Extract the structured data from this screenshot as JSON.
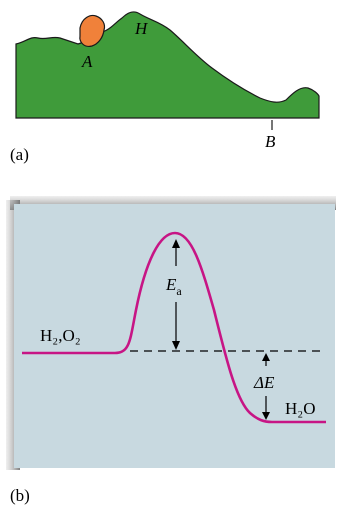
{
  "panel_a": {
    "label_A": "A",
    "label_H": "H",
    "label_B": "B",
    "caption": "(a)",
    "colors": {
      "hill_fill": "#3f9b3a",
      "boulder_fill": "#f0813a",
      "outline": "#1a1a1a"
    }
  },
  "panel_b": {
    "reactant_label": "H₂,O₂",
    "activation_energy_label": {
      "main": "E",
      "sub": "a"
    },
    "delta_e_label": "ΔE",
    "product_label": "H₂O",
    "caption": "(b)",
    "colors": {
      "background": "#c8d9e0",
      "curve": "#c71585",
      "shadow": "#8a8a8a",
      "dashed_line": "#000000"
    }
  }
}
